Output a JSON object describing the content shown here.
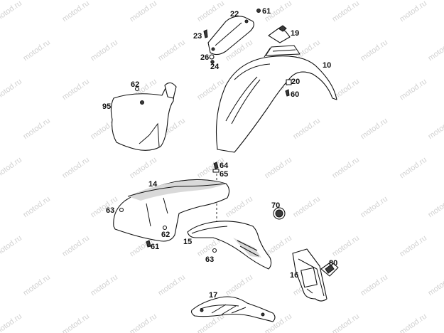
{
  "watermark": "motod.ru",
  "labels": {
    "p10": "10",
    "p14": "14",
    "p15": "15",
    "p16": "16",
    "p17": "17",
    "p19": "19",
    "p20": "20",
    "p22": "22",
    "p23": "23",
    "p24": "24",
    "p26": "26",
    "p60": "60",
    "p61a": "61",
    "p61b": "61",
    "p62a": "62",
    "p62b": "62",
    "p63a": "63",
    "p63b": "63",
    "p64": "64",
    "p65": "65",
    "p70": "70",
    "p80": "80",
    "p95": "95"
  }
}
